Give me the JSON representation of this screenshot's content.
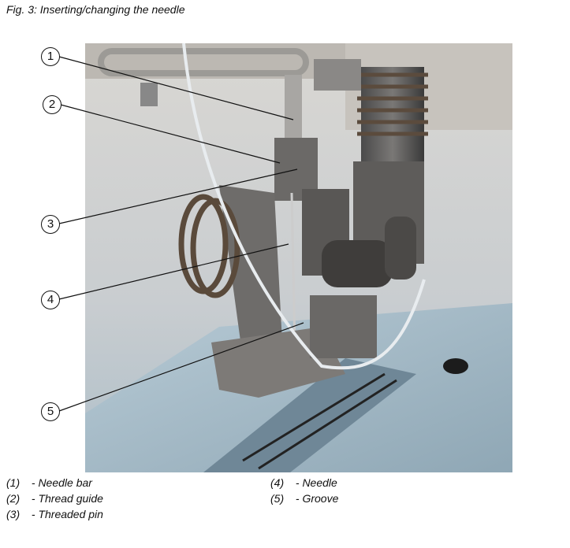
{
  "figure": {
    "title": "Fig. 3: Inserting/changing the needle"
  },
  "callouts": [
    "1",
    "2",
    "3",
    "4",
    "5"
  ],
  "legend": [
    {
      "num": "(1)",
      "label": "- Needle bar"
    },
    {
      "num": "(2)",
      "label": "- Thread guide"
    },
    {
      "num": "(3)",
      "label": "- Threaded pin"
    },
    {
      "num": "(4)",
      "label": "- Needle"
    },
    {
      "num": "(5)",
      "label": "- Groove"
    }
  ]
}
